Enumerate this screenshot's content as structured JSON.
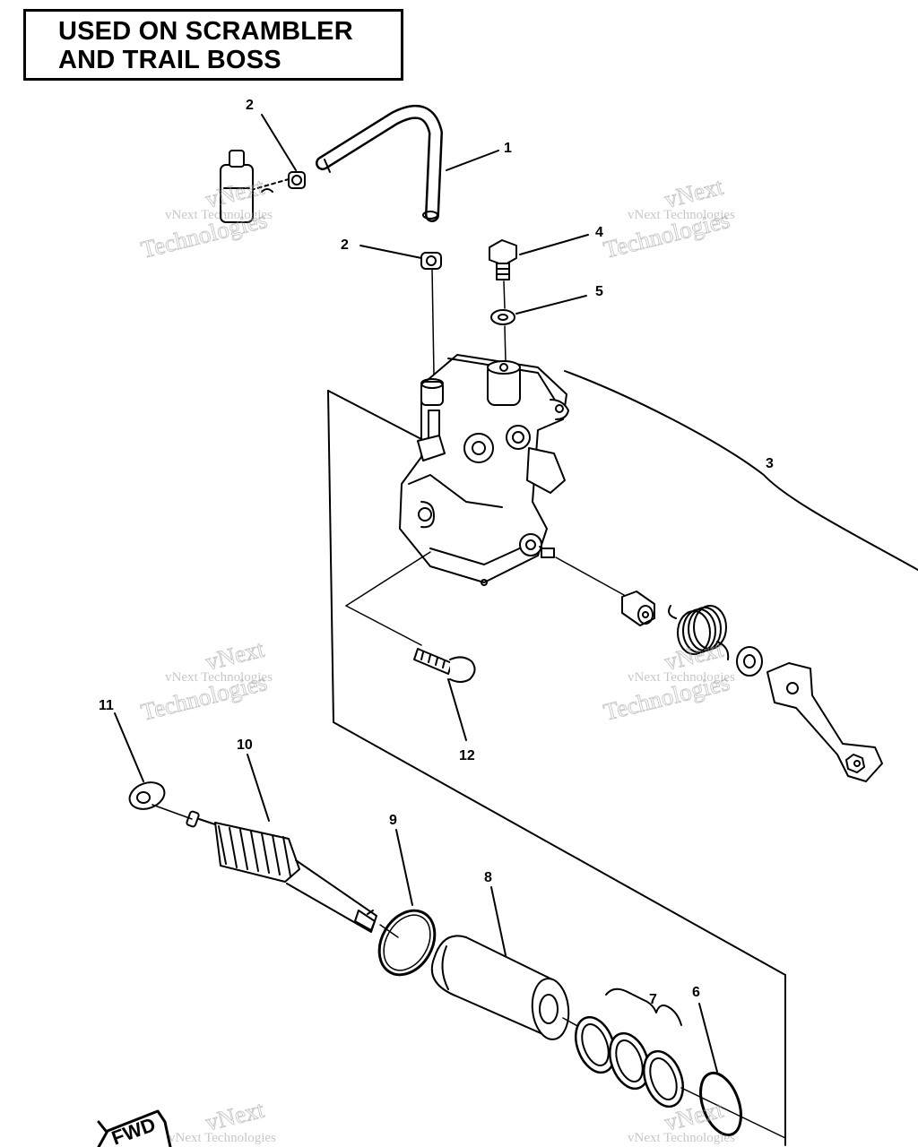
{
  "title": {
    "line1": "USED ON SCRAMBLER",
    "line2": "AND TRAIL BOSS"
  },
  "callouts": {
    "c1": "1",
    "c2a": "2",
    "c2b": "2",
    "c3": "3",
    "c4": "4",
    "c5": "5",
    "c6": "6",
    "c7": "7",
    "c8": "8",
    "c9": "9",
    "c10": "10",
    "c11": "11",
    "c12": "12"
  },
  "watermark": {
    "small": "vNext Technologies",
    "big_top": "vNext",
    "big_bottom": "Technologies"
  },
  "fwd_label": "FWD",
  "colors": {
    "ink": "#000000",
    "paper": "#ffffff",
    "watermark": "#9a9a9a"
  }
}
